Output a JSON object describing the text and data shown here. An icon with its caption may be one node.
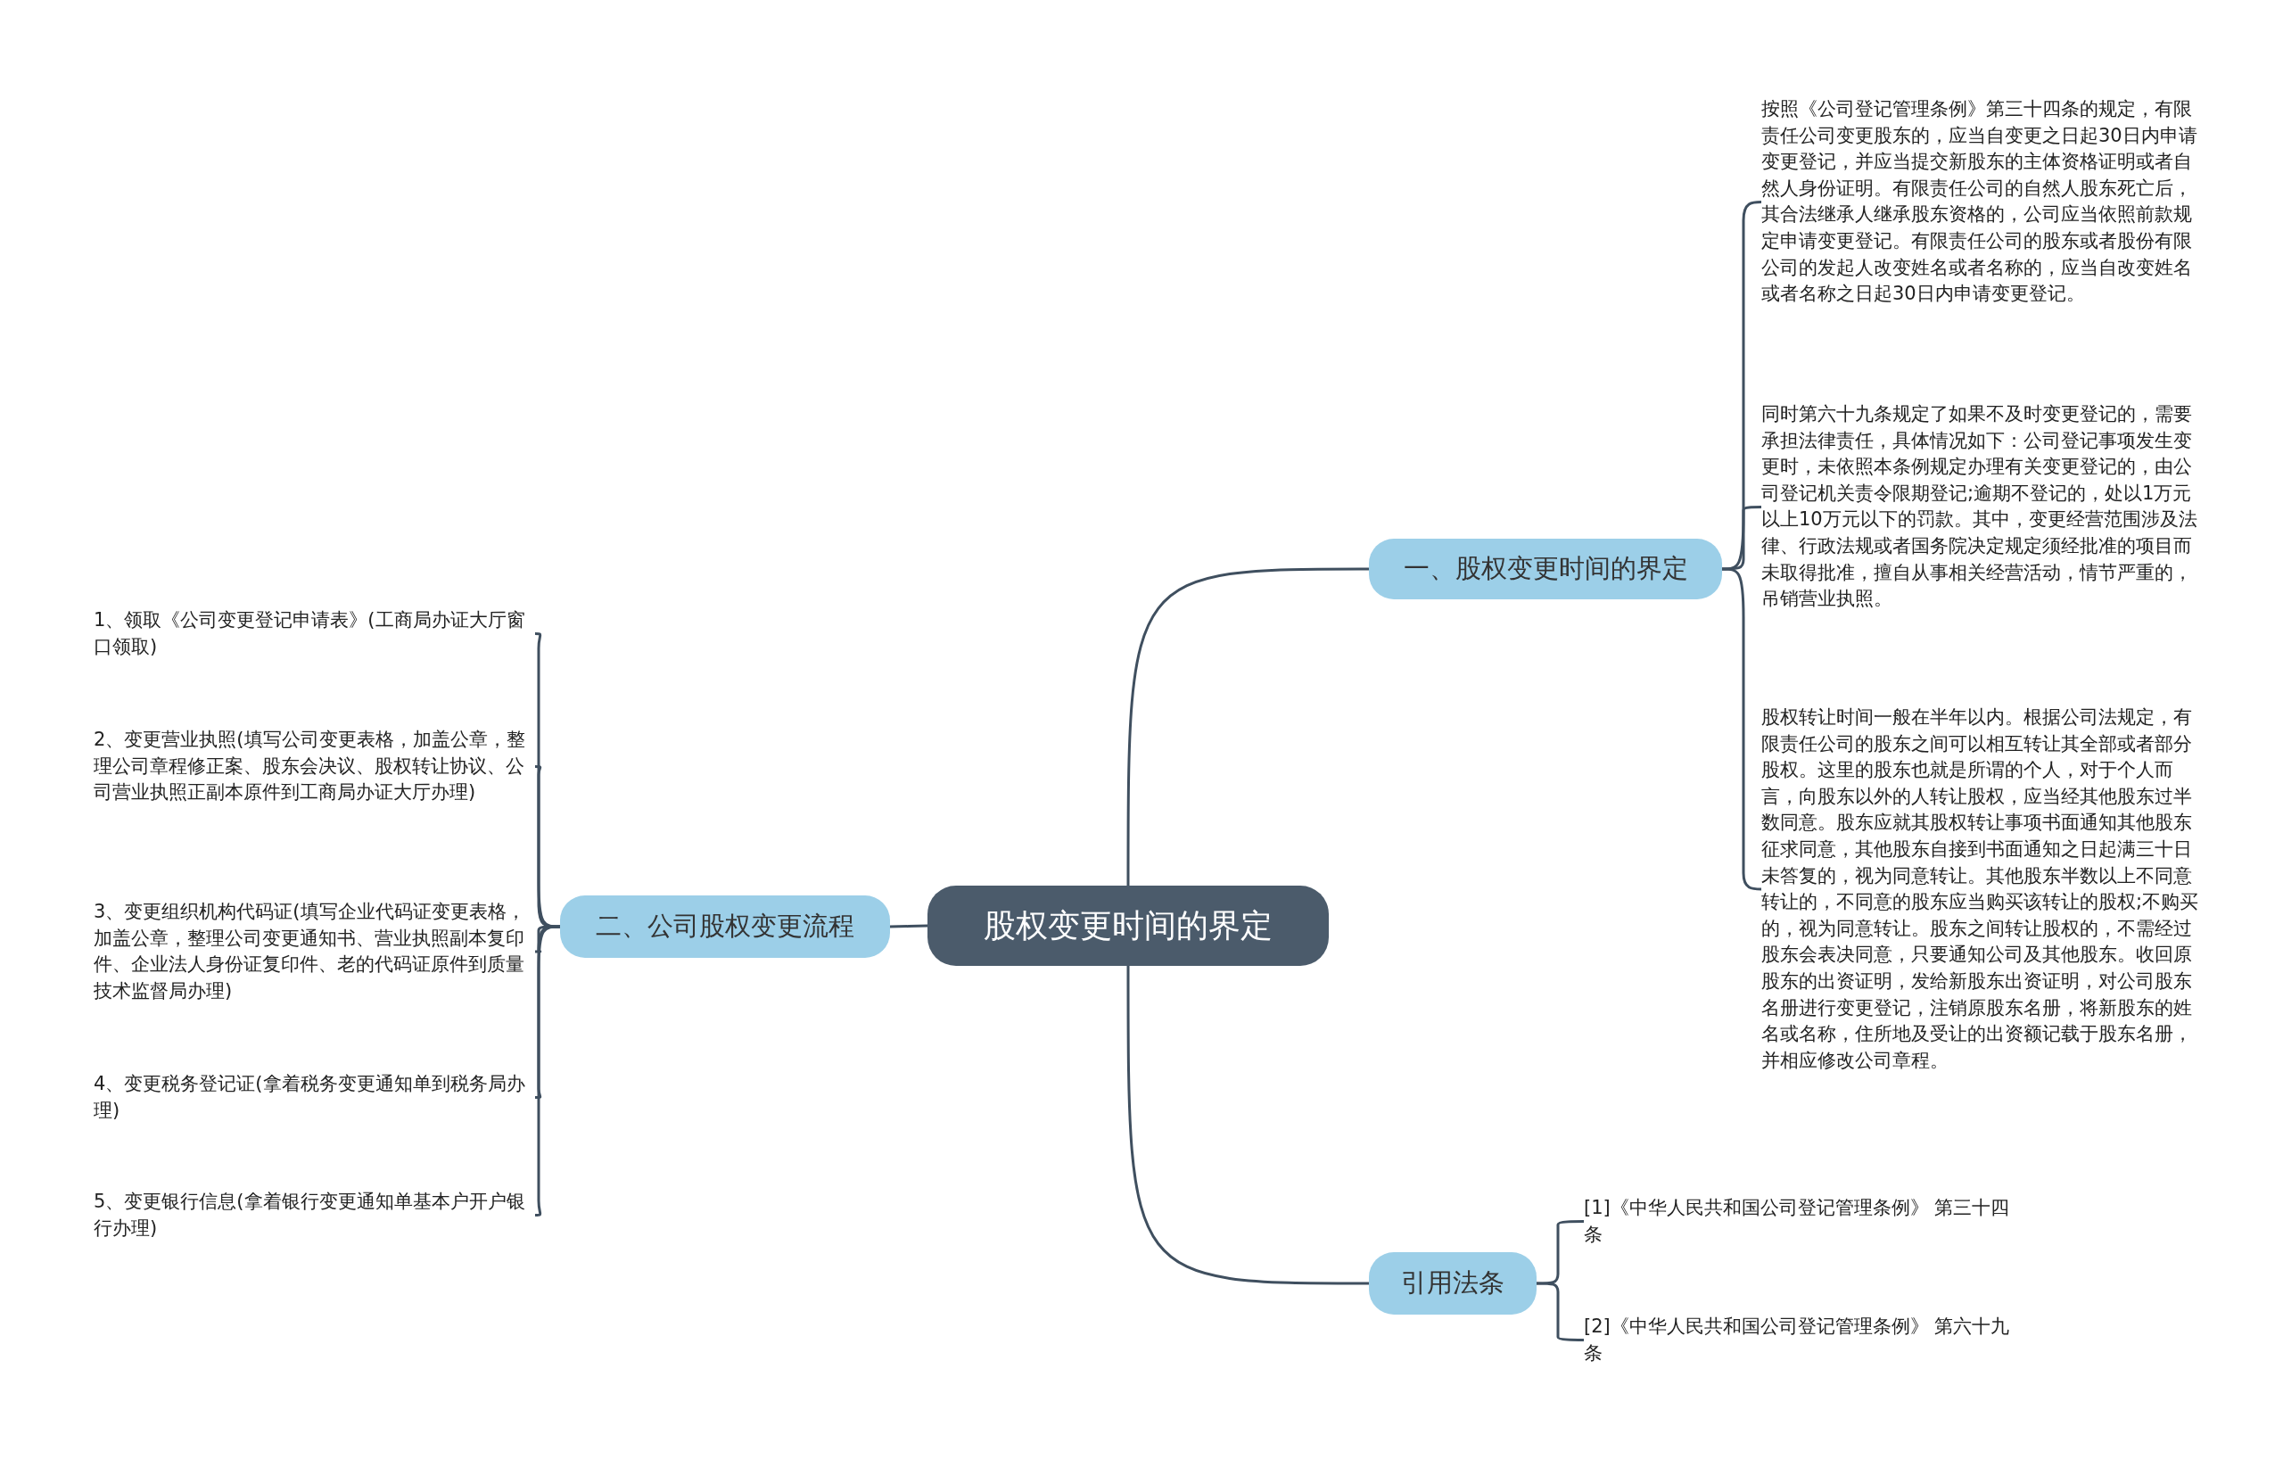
{
  "diagram": {
    "nodes": [
      {
        "text": [
          "股权变更时间的界定"
        ]
      },
      {
        "text": [
          "一、股权变更时间的界定"
        ]
      },
      {
        "text": [
          "按照《公司登记管理条例》第三十四条的规定，有限责任公司变更股东的，应当自变更之日起30日内申请变更登记，并应当提交新股东的主体资格证明或者自然人身份证明。有限责任公司的自然人股东死亡后，其合法继承人继承股东资格的，公司应当依照前款规定申请变更登记。有限责任公司的股东或者股份有限公司的发起人改变姓名或者名称的，应当自改变姓名或者名称之日起30日内申请变更登记。"
        ]
      },
      {
        "text": [
          "同时第六十九条规定了如果不及时变更登记的，需要承担法律责任，具体情况如下：公司登记事项发生变更时，未依照本条例规定办理有关变更登记的，由公司登记机关责令限期登记;逾期不登记的，处以1万元以上10万元以下的罚款。其中，变更经营范围涉及法律、行政法规或者国务院决定规定须经批准的项目而未取得批准，擅自从事相关经营活动，情节严重的，吊销营业执照。"
        ]
      },
      {
        "text": [
          "股权转让时间一般在半年以内。根据公司法规定，有限责任公司的股东之间可以相互转让其全部或者部分股权。这里的股东也就是所谓的个人，对于个人而言，向股东以外的人转让股权，应当经其他股东过半数同意。股东应就其股权转让事项书面通知其他股东征求同意，其他股东自接到书面通知之日起满三十日未答复的，视为同意转让。其他股东半数以上不同意转让的，不同意的股东应当购买该转让的股权;不购买的，视为同意转让。股东之间转让股权的，不需经过股东会表决同意，只要通知公司及其他股东。收回原股东的出资证明，发给新股东出资证明，对公司股东名册进行变更登记，注销原股东名册，将新股东的姓名或名称，住所地及受让的出资额记载于股东名册，并相应修改公司章程。"
        ]
      },
      {
        "text": [
          "二、公司股权变更流程"
        ]
      },
      {
        "text": [
          "1、领取《公司变更登记申请表》(工商局办证大厅窗口领取)"
        ]
      },
      {
        "text": [
          "2、变更营业执照(填写公司变更表格，加盖公章，整理公司章程修正案、股东会决议、股权转让协议、公司营业执照正副本原件到工商局办证大厅办理)"
        ]
      },
      {
        "text": [
          "3、变更组织机构代码证(填写企业代码证变更表格，加盖公章，整理公司变更通知书、营业执照副本复印件、企业法人身份证复印件、老的代码证原件到质量技术监督局办理)"
        ]
      },
      {
        "text": [
          "4、变更税务登记证(拿着税务变更通知单到税务局办理)"
        ]
      },
      {
        "text": [
          "5、变更银行信息(拿着银行变更通知单基本户开户银行办理)"
        ]
      },
      {
        "text": [
          "引用法条"
        ]
      },
      {
        "text": [
          "[1]《中华人民共和国公司登记管理条例》 第三十四条"
        ]
      },
      {
        "text": [
          "[2]《中华人民共和国公司登记管理条例》 第六十九条"
        ]
      }
    ],
    "edges": [
      {
        "from": 0,
        "to": 1,
        "arrow": "none"
      },
      {
        "from": 1,
        "to": 2,
        "arrow": "none"
      },
      {
        "from": 1,
        "to": 3,
        "arrow": "none"
      },
      {
        "from": 1,
        "to": 4,
        "arrow": "none"
      },
      {
        "from": 0,
        "to": 5,
        "arrow": "none"
      },
      {
        "from": 5,
        "to": 6,
        "arrow": "none"
      },
      {
        "from": 5,
        "to": 7,
        "arrow": "none"
      },
      {
        "from": 5,
        "to": 8,
        "arrow": "none"
      },
      {
        "from": 5,
        "to": 9,
        "arrow": "none"
      },
      {
        "from": 5,
        "to": 10,
        "arrow": "none"
      },
      {
        "from": 0,
        "to": 11,
        "arrow": "none"
      },
      {
        "from": 11,
        "to": 12,
        "arrow": "none"
      },
      {
        "from": 11,
        "to": 13,
        "arrow": "none"
      }
    ]
  }
}
